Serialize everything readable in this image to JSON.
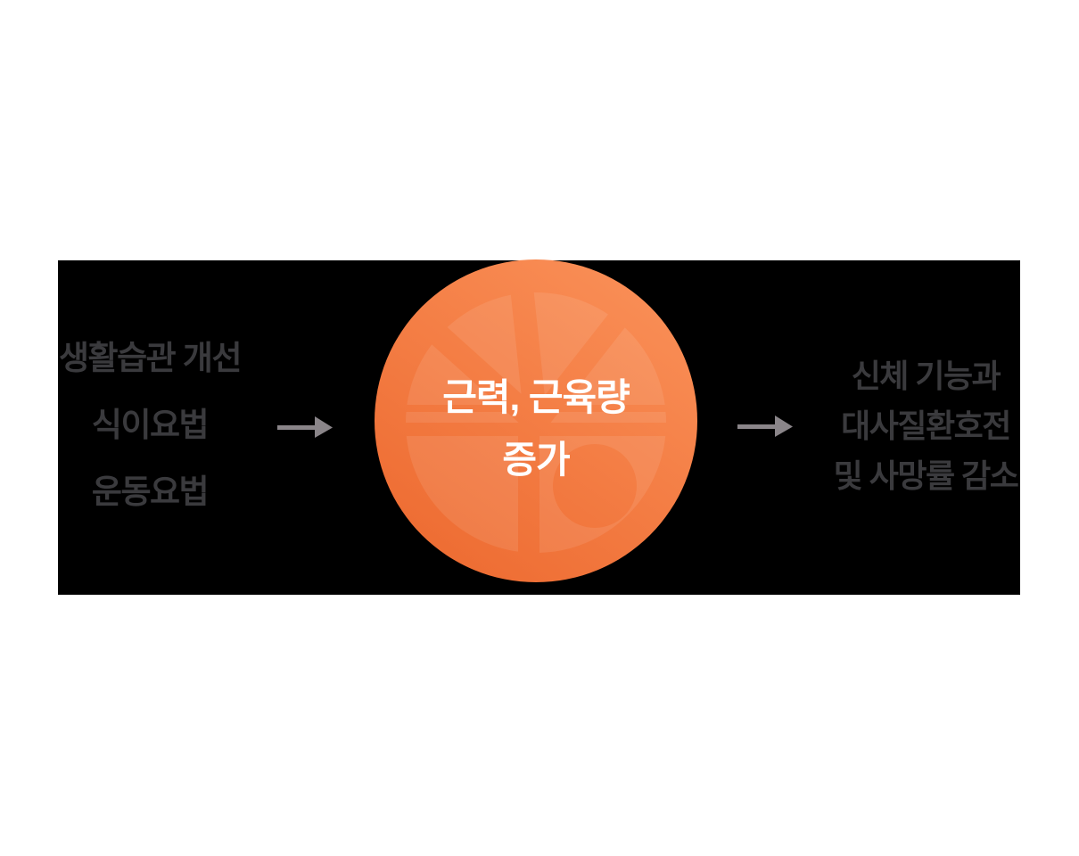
{
  "diagram": {
    "background_color": "#ffffff",
    "panel_color": "#000000",
    "causes": {
      "text_color": "#3a3a3d",
      "items": [
        {
          "label": "생활습관 개선"
        },
        {
          "label": "식이요법"
        },
        {
          "label": "운동요법"
        }
      ]
    },
    "outcome_circle": {
      "line1": "근력, 근육량",
      "line2": "증가",
      "text_color": "#ffffff",
      "gradient_light": "#FA9058",
      "gradient_dark": "#ED6A30",
      "watermark": "fitness-wheel"
    },
    "results": {
      "text_color": "#3a3a3d",
      "lines": [
        "신체 기능과",
        "대사질환호전",
        "및 사망률 감소"
      ]
    },
    "arrows": {
      "color": "#8a8589",
      "glyph": "arrow-right"
    }
  }
}
